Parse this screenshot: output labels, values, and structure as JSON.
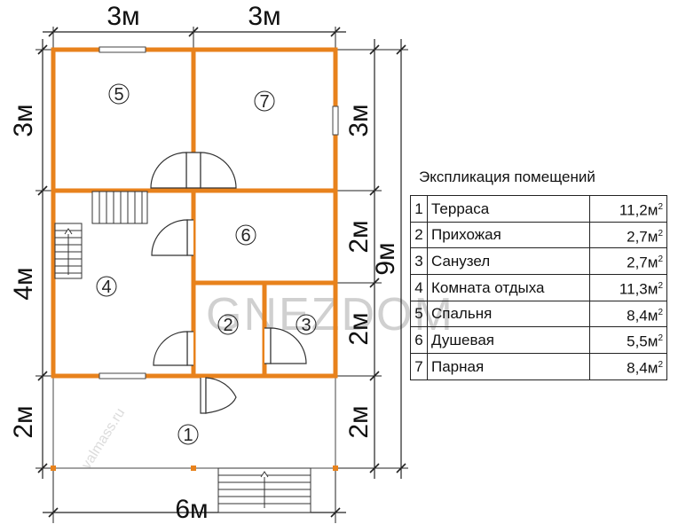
{
  "dimensions": {
    "top_left": "3м",
    "top_right": "3м",
    "left_upper": "3м",
    "left_middle": "4м",
    "left_lower": "2м",
    "right_upper": "3м",
    "right_mid1": "2м",
    "right_mid2": "2м",
    "right_lower": "2м",
    "total_height": "9м",
    "bottom_width": "6м"
  },
  "rooms": {
    "r1": "1",
    "r2": "2",
    "r3": "3",
    "r4": "4",
    "r5": "5",
    "r6": "6",
    "r7": "7"
  },
  "watermark": {
    "main": "GNEZDOM",
    "side": "valmass.ru"
  },
  "legend": {
    "title": "Экспликация помещений",
    "rows": [
      {
        "num": "1",
        "name": "Терраса",
        "area": "11,2м",
        "unit": "2"
      },
      {
        "num": "2",
        "name": "Прихожая",
        "area": "2,7м",
        "unit": "2"
      },
      {
        "num": "3",
        "name": "Санузел",
        "area": "2,7м",
        "unit": "2"
      },
      {
        "num": "4",
        "name": "Комната отдыха",
        "area": "11,3м",
        "unit": "2"
      },
      {
        "num": "5",
        "name": "Спальня",
        "area": "8,4м",
        "unit": "2"
      },
      {
        "num": "6",
        "name": "Душевая",
        "area": "5,5м",
        "unit": "2"
      },
      {
        "num": "7",
        "name": "Парная",
        "area": "8,4м",
        "unit": "2"
      }
    ]
  },
  "colors": {
    "wall": "#e8821c",
    "line": "#222222",
    "watermark": "#d0d0d0"
  }
}
